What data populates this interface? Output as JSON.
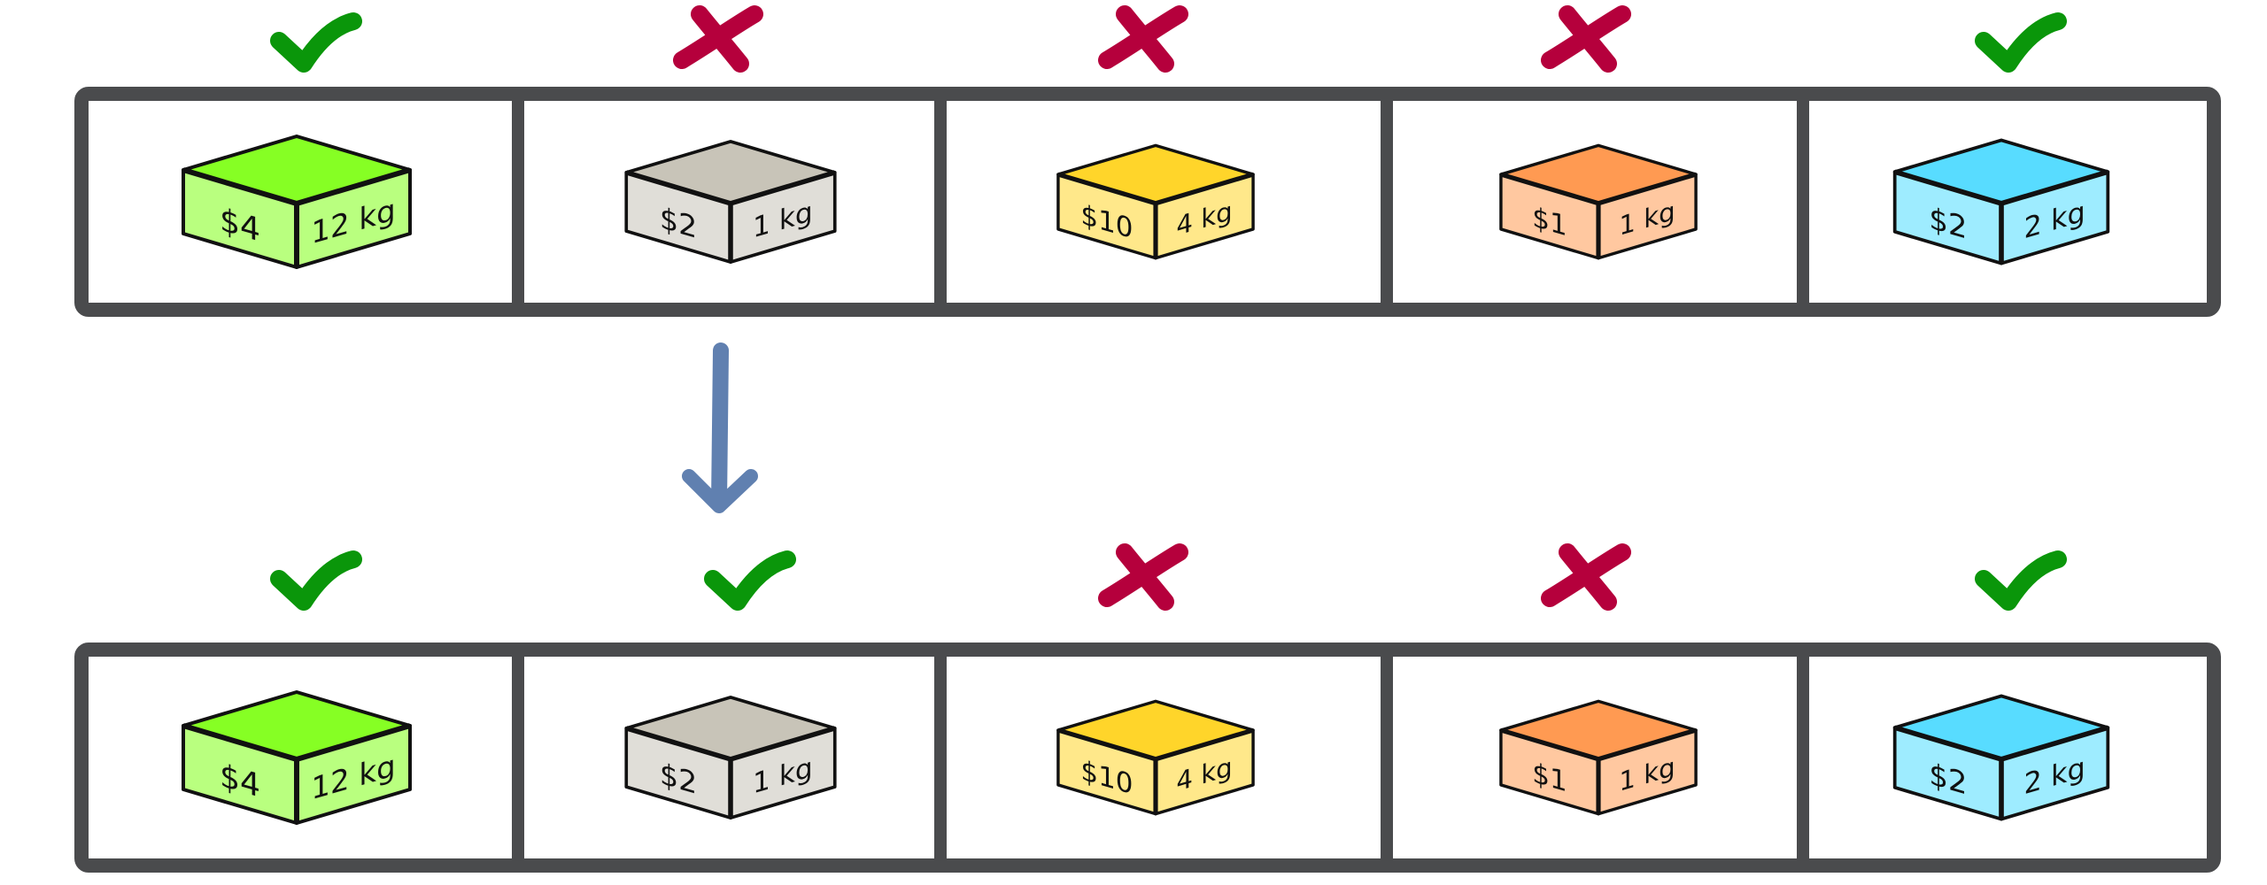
{
  "rows": [
    {
      "cells": [
        {
          "price": "$4",
          "weight": "12 kg",
          "selected": true,
          "color_top": "#86ff24",
          "color_side": "#b9ff7f"
        },
        {
          "price": "$2",
          "weight": "1 kg",
          "selected": false,
          "color_top": "#c8c4b8",
          "color_side": "#e0ded8"
        },
        {
          "price": "$10",
          "weight": "4 kg",
          "selected": false,
          "color_top": "#ffd52a",
          "color_side": "#ffe88a"
        },
        {
          "price": "$1",
          "weight": "1 kg",
          "selected": false,
          "color_top": "#ff9a52",
          "color_side": "#ffc8a0"
        },
        {
          "price": "$2",
          "weight": "2 kg",
          "selected": true,
          "color_top": "#58dcff",
          "color_side": "#9eecff"
        }
      ]
    },
    {
      "cells": [
        {
          "price": "$4",
          "weight": "12 kg",
          "selected": true,
          "color_top": "#86ff24",
          "color_side": "#b9ff7f"
        },
        {
          "price": "$2",
          "weight": "1 kg",
          "selected": true,
          "color_top": "#c8c4b8",
          "color_side": "#e0ded8"
        },
        {
          "price": "$10",
          "weight": "4 kg",
          "selected": false,
          "color_top": "#ffd52a",
          "color_side": "#ffe88a"
        },
        {
          "price": "$1",
          "weight": "1 kg",
          "selected": false,
          "color_top": "#ff9a52",
          "color_side": "#ffc8a0"
        },
        {
          "price": "$2",
          "weight": "2 kg",
          "selected": true,
          "color_top": "#58dcff",
          "color_side": "#9eecff"
        }
      ]
    }
  ],
  "arrow_from_cell": 1,
  "colors": {
    "check": "#0a960a",
    "cross": "#b5003c",
    "frame": "#4a4b4d",
    "arrow": "#6080b0",
    "outline": "#111111"
  }
}
